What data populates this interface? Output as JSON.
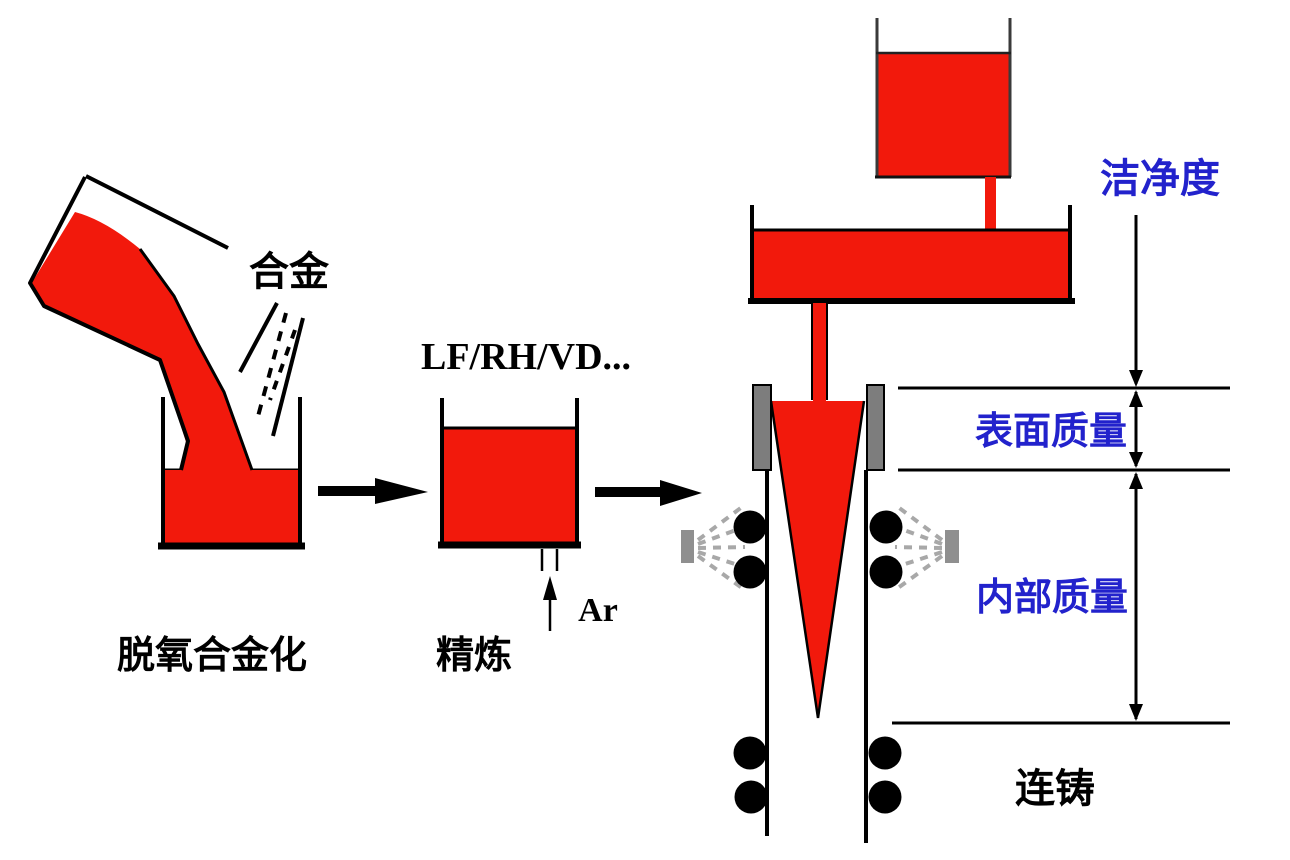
{
  "labels": {
    "alloy": "合金",
    "process": "LF/RH/VD...",
    "argon": "Ar",
    "stage1": "脱氧合金化",
    "stage2": "精炼",
    "stage3": "连铸",
    "cleanliness": "洁净度",
    "surface_quality": "表面质量",
    "internal_quality": "内部质量"
  },
  "colors": {
    "melt": "#f2190c",
    "label_blue": "#2222cc",
    "mold_gray": "#7d7d7d",
    "nozzle_gray": "#8f8f8f",
    "spray_gray": "#a8a8a8",
    "wall_dark": "#3a3a3a",
    "outline": "#000000"
  }
}
